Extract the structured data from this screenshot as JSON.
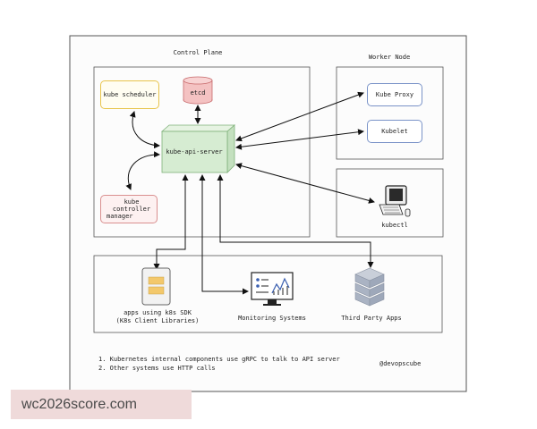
{
  "control_plane": {
    "title": "Control Plane",
    "etcd": "etcd",
    "scheduler": "kube scheduler",
    "api_server": "kube-api-server",
    "controller_manager": [
      "kube controller",
      "manager"
    ]
  },
  "worker_node": {
    "title": "Worker Node",
    "kube_proxy": "Kube Proxy",
    "kubelet": "Kubelet"
  },
  "kubectl": "kubectl",
  "clients": {
    "apps": [
      "apps using k8s SDK",
      "(K8s Client Libraries)"
    ],
    "monitoring": "Monitoring Systems",
    "third_party": "Third Party Apps"
  },
  "notes": [
    "1. Kubernetes internal components use gRPC to talk to API server",
    "2. Other systems use HTTP calls"
  ],
  "handle": "@devopscube",
  "watermark": "wc2026score.com",
  "colors": {
    "scheduler_border": "#e8c44a",
    "scheduler_fill": "#fffdf2",
    "etcd_border": "#c7696b",
    "etcd_fill": "#f4c2c2",
    "api_border": "#7fb17a",
    "api_fill": "#d6ecd2",
    "controller_border": "#d98f8f",
    "controller_fill": "#fdf1f1",
    "worker_border": "#7a93c8",
    "worker_fill": "#ffffff",
    "monitor_accent": "#3a5fb0"
  }
}
